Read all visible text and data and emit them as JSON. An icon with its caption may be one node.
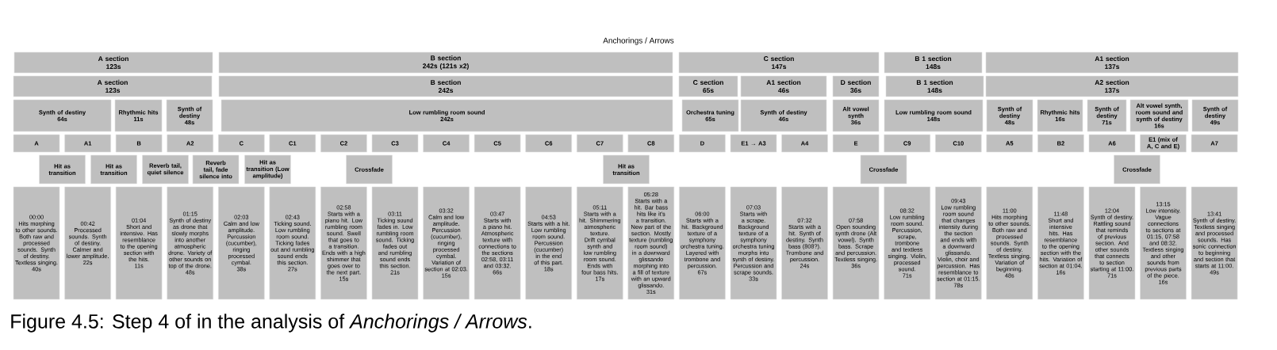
{
  "diagram": {
    "title": "Anchorings / Arrows",
    "caption": "Figure 4.5: Step 4 of in the analysis of *Anchorings / Arrows*.",
    "nodes": [
      {
        "text": [
          "A section",
          "123s"
        ]
      },
      {
        "text": [
          "B section",
          "242s (121s x2)"
        ]
      },
      {
        "text": [
          "C section",
          "147s"
        ]
      },
      {
        "text": [
          "B 1 section",
          "148s"
        ]
      },
      {
        "text": [
          "A1 section",
          "137s"
        ]
      },
      {
        "text": [
          "A section",
          "123s"
        ]
      },
      {
        "text": [
          "B section",
          "242s"
        ]
      },
      {
        "text": [
          "C section",
          "65s"
        ]
      },
      {
        "text": [
          "A1 section",
          "46s"
        ]
      },
      {
        "text": [
          "D section",
          "36s"
        ]
      },
      {
        "text": [
          "B 1 section",
          "148s"
        ]
      },
      {
        "text": [
          "A2 section",
          "137s"
        ]
      },
      {
        "text": [
          "Synth of destiny",
          "64s"
        ]
      },
      {
        "text": [
          "Rhythmic hits",
          "11s"
        ]
      },
      {
        "text": [
          "Synth of destiny",
          "48s"
        ]
      },
      {
        "text": [
          "Low rumbling room sound",
          "242s"
        ]
      },
      {
        "text": [
          "Orchestra tuning",
          "65s"
        ]
      },
      {
        "text": [
          "Synth of destiny",
          "46s"
        ]
      },
      {
        "text": [
          "Alt vowel synth",
          "36s"
        ]
      },
      {
        "text": [
          "Low rumbling room sound",
          "148s"
        ]
      },
      {
        "text": [
          "Synth of destiny",
          "48s"
        ]
      },
      {
        "text": [
          "Rhythmic hits",
          "16s"
        ]
      },
      {
        "text": [
          "Synth of destiny",
          "71s"
        ]
      },
      {
        "text": [
          "Alt vowel synth, room sound and synth of destiny",
          "16s"
        ]
      },
      {
        "text": [
          "Synth of destiny",
          "49s"
        ]
      },
      {
        "text": [
          "A"
        ]
      },
      {
        "text": [
          "A1"
        ]
      },
      {
        "text": [
          "B"
        ]
      },
      {
        "text": [
          "A2"
        ]
      },
      {
        "text": [
          "C"
        ]
      },
      {
        "text": [
          "C1"
        ]
      },
      {
        "text": [
          "C2"
        ]
      },
      {
        "text": [
          "C3"
        ]
      },
      {
        "text": [
          "C4"
        ]
      },
      {
        "text": [
          "C5"
        ]
      },
      {
        "text": [
          "C6"
        ]
      },
      {
        "text": [
          "C7"
        ]
      },
      {
        "text": [
          "C8"
        ]
      },
      {
        "text": [
          "D"
        ]
      },
      {
        "text": [
          "E1 → A3"
        ]
      },
      {
        "text": [
          "A4"
        ]
      },
      {
        "text": [
          "E"
        ]
      },
      {
        "text": [
          "C9"
        ]
      },
      {
        "text": [
          "C10"
        ]
      },
      {
        "text": [
          "A5"
        ]
      },
      {
        "text": [
          "B2"
        ]
      },
      {
        "text": [
          "A6"
        ]
      },
      {
        "text": [
          "E1 (mix of A, C and E)"
        ]
      },
      {
        "text": [
          "A7"
        ]
      },
      {
        "text": [
          "Hit as transition"
        ]
      },
      {
        "text": [
          "Hit as transition"
        ]
      },
      {
        "text": [
          "Reverb tail, quiet silence"
        ]
      },
      {
        "text": [
          "Reverb tail, fade silence into"
        ]
      },
      {
        "text": [
          "Hit as transition (Low amplitude)"
        ]
      },
      {
        "text": [
          "Crossfade"
        ]
      },
      {
        "text": [
          "Hit as transition"
        ]
      },
      {
        "text": [
          "Crossfade"
        ]
      },
      {
        "text": [
          "Crossfade"
        ]
      },
      {
        "text": [
          "00:00",
          "Hits morphing to other sounds. Both raw and processed sounds. Synth of destiny. Textless singing.",
          "40s"
        ]
      },
      {
        "text": [
          "00:42",
          "Processed sounds. Synth of destiny. Calmer and lower amplitude.",
          "22s"
        ]
      },
      {
        "text": [
          "01:04",
          "Short and intensive. Has resemblance to the opening section with the hits.",
          "11s"
        ]
      },
      {
        "text": [
          "01:15",
          "Synth of destiny as drone that slowly morphs into another atmospheric drone. Variety of other sounds on top of the drone.",
          "48s"
        ]
      },
      {
        "text": [
          "02:03",
          "Calm and low amplitude. Percussion (cucumber), ringing processed cymbal.",
          "38s"
        ]
      },
      {
        "text": [
          "02:43",
          "Ticking sound. Low rumbling room sound. Ticking fades out and rumbling sound ends this section.",
          "27s"
        ]
      },
      {
        "text": [
          "02:58",
          "Starts with a piano hit. Low rumbling room sound. Swell that goes to a transition. Ends with a high shimmer that goes over to the next part.",
          "15s"
        ]
      },
      {
        "text": [
          "03:11",
          "Ticking sound fades in. Low rumbling room sound. Ticking fades out and rumbling sound ends this section.",
          "21s"
        ]
      },
      {
        "text": [
          "03:32",
          "Calm and low amplitude. Percussion (cucumber), ringing processed cymbal. Variation of section at 02:03.",
          "15s"
        ]
      },
      {
        "text": [
          "03:47",
          "Starts with a piano hit. Atmospheric texture with connections to the sections 02:58, 03:11 and 03:32.",
          "66s"
        ]
      },
      {
        "text": [
          "04:53",
          "Starts with a hit. Low rumbling room sound. Percussion (cucumber) in the end of this part.",
          "18s"
        ]
      },
      {
        "text": [
          "05:11",
          "Starts with a hit. Shimmering atmospheric texture. Drift cymbal synth and low rumbling room sound. Ends with four bass hits.",
          "17s"
        ]
      },
      {
        "text": [
          "05:28",
          "Starts with a hit. Bar bass hits like it's a transition. New part of the section. Mostly texture (rumbling room sound) in a downward glissando morphing into a fill of texture with an upward glissando.",
          "31s"
        ]
      },
      {
        "text": [
          "06:00",
          "Starts with a hit. Background texture of a symphony orchestra tuning. Layered with trombone and percussion.",
          "67s"
        ]
      },
      {
        "text": [
          "07:03",
          "Starts with a scrape. Background texture of a symphony orchestra tuning morphs into synth of destiny. Percussion and scrape sounds.",
          "33s"
        ]
      },
      {
        "text": [
          "07:32",
          "Starts with a hit. Synth of destiny. Synth bass (808?). Trombone and percussion.",
          "24s"
        ]
      },
      {
        "text": [
          "07:58",
          "Open sounding synth drone (Alt vowel). Synth bass. Scrape and percussion. Textless singing.",
          "36s"
        ]
      },
      {
        "text": [
          "08:32",
          "Low rumbling room sound. Percussion, scrape, trombone and textless singing. Violin, processed sound.",
          "71s"
        ]
      },
      {
        "text": [
          "09:43",
          "Low rumbling room sound that changes intensity during the section and ends with a downward glissando. Violin, choir and percussion. Has resemblance to section at 01:15.",
          "78s"
        ]
      },
      {
        "text": [
          "11:00",
          "Hits morphing to other sounds. Both raw and processed sounds. Synth of destiny. Textless singing. Variation of beginning.",
          "48s"
        ]
      },
      {
        "text": [
          "11:48",
          "Short and intensive hits. Has resemblance to the opening section with the hits. Variation of section at 01:04.",
          "16s"
        ]
      },
      {
        "text": [
          "12:04",
          "Synth of destiny. Rattling sound that reminds of previous section. And other sounds that connects to section starting at 11:00.",
          "71s"
        ]
      },
      {
        "text": [
          "13:15",
          "Low intensity. Vague connections to sections at 01:15, 07:58 and 08:32. Textless singing and other sounds from previous parts of the piece.",
          "16s"
        ]
      },
      {
        "text": [
          "13:41",
          "Synth of destiny. Textless singing and processed sounds. Has sonic connection to beginning and section that starts at 11:00.",
          "49s"
        ]
      }
    ]
  }
}
